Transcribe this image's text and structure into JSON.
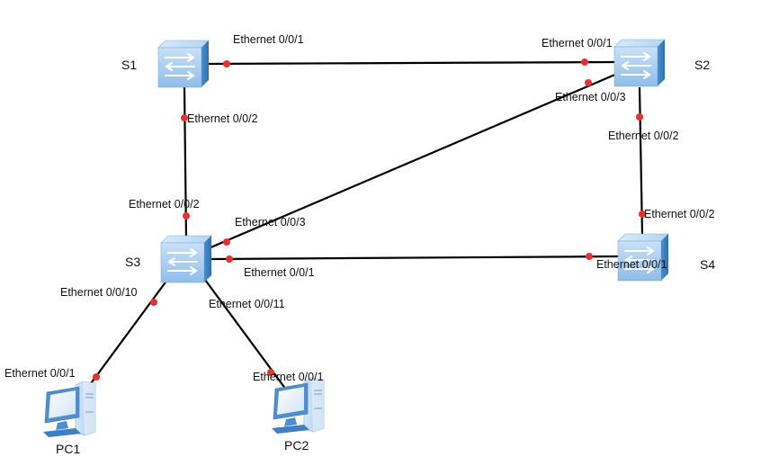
{
  "diagram": {
    "type": "network-topology",
    "devices": [
      {
        "id": "S1",
        "name": "S1",
        "kind": "switch",
        "icon": "switch-icon"
      },
      {
        "id": "S2",
        "name": "S2",
        "kind": "switch",
        "icon": "switch-icon"
      },
      {
        "id": "S3",
        "name": "S3",
        "kind": "switch",
        "icon": "switch-icon"
      },
      {
        "id": "S4",
        "name": "S4",
        "kind": "switch",
        "icon": "switch-icon"
      },
      {
        "id": "PC1",
        "name": "PC1",
        "kind": "pc",
        "icon": "pc-icon"
      },
      {
        "id": "PC2",
        "name": "PC2",
        "kind": "pc",
        "icon": "pc-icon"
      }
    ],
    "links": [
      {
        "from": "S1",
        "from_port": "Ethernet 0/0/1",
        "to": "S2",
        "to_port": "Ethernet 0/0/1"
      },
      {
        "from": "S1",
        "from_port": "Ethernet 0/0/2",
        "to": "S3",
        "to_port": "Ethernet 0/0/2"
      },
      {
        "from": "S2",
        "from_port": "Ethernet 0/0/3",
        "to": "S3",
        "to_port": "Ethernet 0/0/3"
      },
      {
        "from": "S2",
        "from_port": "Ethernet 0/0/2",
        "to": "S4",
        "to_port": "Ethernet 0/0/2"
      },
      {
        "from": "S3",
        "from_port": "Ethernet 0/0/1",
        "to": "S4",
        "to_port": "Ethernet 0/0/1"
      },
      {
        "from": "S3",
        "from_port": "Ethernet 0/0/10",
        "to": "PC1",
        "to_port": "Ethernet 0/0/1"
      },
      {
        "from": "S3",
        "from_port": "Ethernet 0/0/11",
        "to": "PC2",
        "to_port": "Ethernet 0/0/1"
      }
    ],
    "colors": {
      "link": "#000000",
      "port_dot": "#e8322f",
      "switch_face": "#a9cdf0",
      "switch_side": "#3f86c8",
      "pc_body": "#6da3d8"
    }
  }
}
